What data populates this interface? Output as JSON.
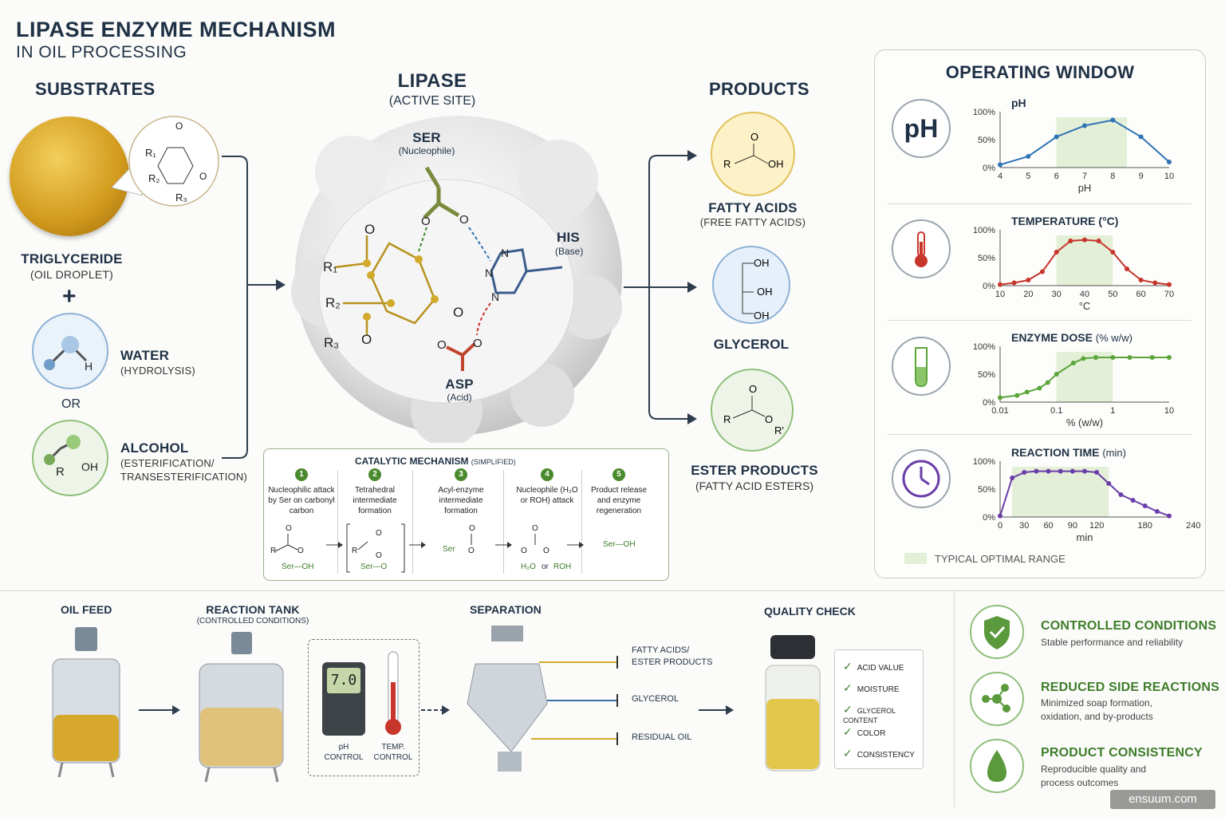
{
  "title": {
    "main": "LIPASE ENZYME MECHANISM",
    "sub": "IN OIL PROCESSING"
  },
  "substrates": {
    "heading": "SUBSTRATES",
    "triglyceride": {
      "name": "TRIGLYCERIDE",
      "sub": "(OIL DROPLET)"
    },
    "plus": "+",
    "water": {
      "name": "WATER",
      "sub": "(HYDROLYSIS)"
    },
    "or": "OR",
    "alcohol": {
      "name": "ALCOHOL",
      "sub1": "(ESTERIFICATION/",
      "sub2": "TRANSESTERIFICATION)"
    }
  },
  "lipase": {
    "heading": "LIPASE",
    "sub": "(ACTIVE SITE)",
    "ser": {
      "name": "SER",
      "role": "(Nucleophile)"
    },
    "his": {
      "name": "HIS",
      "role": "(Base)"
    },
    "asp": {
      "name": "ASP",
      "role": "(Acid)"
    }
  },
  "products": {
    "heading": "PRODUCTS",
    "fatty_acids": {
      "name": "FATTY ACIDS",
      "sub": "(FREE FATTY ACIDS)"
    },
    "glycerol": {
      "name": "GLYCEROL"
    },
    "esters": {
      "name": "ESTER PRODUCTS",
      "sub": "(FATTY ACID ESTERS)"
    }
  },
  "mechanism": {
    "title": "CATALYTIC MECHANISM",
    "title_note": "(SIMPLIFIED)",
    "steps": [
      {
        "num": "1",
        "l1": "Nucleophilic attack",
        "l2": "by Ser on carbonyl",
        "l3": "carbon"
      },
      {
        "num": "2",
        "l1": "Tetrahedral",
        "l2": "intermediate",
        "l3": "formation"
      },
      {
        "num": "3",
        "l1": "Acyl-enzyme",
        "l2": "intermediate",
        "l3": "formation"
      },
      {
        "num": "4",
        "l1": "Nucleophile (H₂O",
        "l2": "or ROH) attack",
        "l3": ""
      },
      {
        "num": "5",
        "l1": "Product release",
        "l2": "and enzyme",
        "l3": "regeneration"
      }
    ],
    "chem": {
      "ser_oh": "Ser—OH",
      "ser_o": "Ser—O",
      "ser": "Ser",
      "h2o": "H₂O",
      "or": "or",
      "roh": "ROH"
    }
  },
  "operating_window": {
    "heading": "OPERATING WINDOW",
    "legend": "TYPICAL OPTIMAL RANGE",
    "ph_icon_text": "pH"
  },
  "chart_data": [
    {
      "type": "line",
      "title": "pH",
      "xlabel": "pH",
      "ylabel": "",
      "x": [
        4,
        5,
        6,
        7,
        8,
        9,
        10
      ],
      "y": [
        0.05,
        0.2,
        0.55,
        0.75,
        0.85,
        0.55,
        0.1
      ],
      "xticks": [
        "4",
        "5",
        "6",
        "7",
        "8",
        "9",
        "10"
      ],
      "yticks": [
        "0%",
        "50%",
        "100%"
      ],
      "ylim": [
        0,
        1
      ],
      "optimal_range": [
        6,
        8.5
      ],
      "color": "#2f73b4"
    },
    {
      "type": "line",
      "title": "TEMPERATURE (°C)",
      "xlabel": "°C",
      "ylabel": "",
      "x": [
        10,
        15,
        20,
        25,
        30,
        35,
        40,
        45,
        50,
        55,
        60,
        65,
        70
      ],
      "y": [
        0.02,
        0.05,
        0.1,
        0.25,
        0.6,
        0.8,
        0.82,
        0.8,
        0.6,
        0.3,
        0.1,
        0.05,
        0.02
      ],
      "xticks": [
        "10",
        "20",
        "30",
        "40",
        "50",
        "60",
        "70"
      ],
      "yticks": [
        "0%",
        "50%",
        "100%"
      ],
      "ylim": [
        0,
        1
      ],
      "optimal_range": [
        30,
        50
      ],
      "color": "#c8352b"
    },
    {
      "type": "line",
      "title": "ENZYME DOSE",
      "title_note": "(% w/w)",
      "xlabel": "% (w/w)",
      "ylabel": "",
      "x": [
        0.01,
        0.02,
        0.03,
        0.05,
        0.07,
        0.1,
        0.2,
        0.3,
        0.5,
        1,
        2,
        5,
        10
      ],
      "y": [
        0.08,
        0.12,
        0.18,
        0.25,
        0.35,
        0.5,
        0.7,
        0.78,
        0.8,
        0.8,
        0.8,
        0.8,
        0.8
      ],
      "xticks": [
        "0.01",
        "0.1",
        "1",
        "10"
      ],
      "yticks": [
        "0%",
        "50%",
        "100%"
      ],
      "xscale": "log",
      "ylim": [
        0,
        1
      ],
      "optimal_range": [
        0.1,
        1
      ],
      "color": "#5ba53b"
    },
    {
      "type": "line",
      "title": "REACTION TIME",
      "title_note": "(min)",
      "xlabel": "min",
      "ylabel": "",
      "x": [
        0,
        15,
        30,
        45,
        60,
        75,
        90,
        105,
        120,
        135,
        150,
        165,
        180,
        195,
        210
      ],
      "y": [
        0.02,
        0.7,
        0.8,
        0.82,
        0.82,
        0.82,
        0.82,
        0.82,
        0.8,
        0.6,
        0.4,
        0.3,
        0.2,
        0.1,
        0.02
      ],
      "xticks": [
        "0",
        "30",
        "60",
        "90",
        "120",
        "180",
        "240"
      ],
      "yticks": [
        "0%",
        "50%",
        "100%"
      ],
      "ylim": [
        0,
        1
      ],
      "optimal_range": [
        15,
        135
      ],
      "color": "#6a3ea8"
    }
  ],
  "process": {
    "oil_feed": "OIL FEED",
    "reaction_tank": {
      "name": "REACTION TANK",
      "sub": "(CONTROLLED CONDITIONS)"
    },
    "ph_control": {
      "display": "7.0",
      "l1": "pH",
      "l2": "CONTROL"
    },
    "temp_control": {
      "l1": "TEMP.",
      "l2": "CONTROL"
    },
    "separation": {
      "name": "SEPARATION",
      "out1a": "FATTY ACIDS/",
      "out1b": "ESTER PRODUCTS",
      "out2": "GLYCEROL",
      "out3": "RESIDUAL OIL"
    },
    "quality": {
      "name": "QUALITY CHECK",
      "items": [
        "ACID VALUE",
        "MOISTURE",
        "GLYCEROL CONTENT",
        "COLOR",
        "CONSISTENCY"
      ]
    }
  },
  "benefits": [
    {
      "title": "CONTROLLED CONDITIONS",
      "l1": "Stable performance and reliability",
      "l2": ""
    },
    {
      "title": "REDUCED SIDE REACTIONS",
      "l1": "Minimized soap formation,",
      "l2": "oxidation, and by-products"
    },
    {
      "title": "PRODUCT CONSISTENCY",
      "l1": "Reproducible quality and",
      "l2": "process outcomes"
    }
  ],
  "watermark": "ensuum.com"
}
